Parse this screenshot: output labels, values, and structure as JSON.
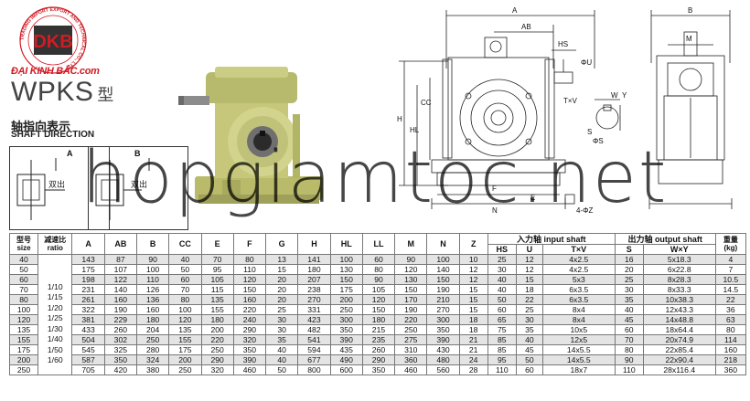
{
  "logo": {
    "initials": "DKB",
    "ring_text": "TRADING IMPORT EXPORT AND TECHNICAL CO., LTD",
    "colors": {
      "red": "#d11b24",
      "dark": "#333333"
    }
  },
  "brand_name": "ĐẠI KINH BẮC.com",
  "model_title": "WPKS",
  "model_suffix": "型",
  "shaft_direction_cn": "轴指向表示",
  "shaft_direction_en": "SHAFT DIRECTION",
  "shaft_boxes": [
    {
      "letter": "A",
      "tag": "双出"
    },
    {
      "letter": "B",
      "tag": "双出"
    }
  ],
  "drawing_labels": {
    "front": [
      "A",
      "AB",
      "HS",
      "ΦU",
      "T×V",
      "H",
      "HL",
      "CC",
      "F",
      "N",
      "E",
      "4-ΦZ"
    ],
    "side": [
      "B",
      "M",
      "Y",
      "W",
      "S",
      "ΦS"
    ]
  },
  "watermark": "hopgiamtoc.net",
  "table": {
    "headers": {
      "size_cn": "型号",
      "size_en": "size",
      "ratio_cn": "减速比",
      "ratio_en": "ratio",
      "cols": [
        "A",
        "AB",
        "B",
        "CC",
        "E",
        "F",
        "G",
        "H",
        "HL",
        "LL",
        "M",
        "N",
        "Z"
      ],
      "input_group": "入力轴 input shaft",
      "input_cols": [
        "HS",
        "U",
        "T×V"
      ],
      "output_group": "出力轴 output shaft",
      "output_cols": [
        "S",
        "W×Y"
      ],
      "weight_cn": "重量",
      "weight_en": "(kg)"
    },
    "ratios": [
      "1/10",
      "1/15",
      "1/20",
      "1/25",
      "1/30",
      "1/40",
      "1/50",
      "1/60"
    ],
    "rows": [
      [
        "40",
        "143",
        "87",
        "90",
        "40",
        "70",
        "80",
        "13",
        "141",
        "100",
        "60",
        "90",
        "100",
        "10",
        "25",
        "12",
        "4x2.5",
        "16",
        "5x18.3",
        "4"
      ],
      [
        "50",
        "175",
        "107",
        "100",
        "50",
        "95",
        "110",
        "15",
        "180",
        "130",
        "80",
        "120",
        "140",
        "12",
        "30",
        "12",
        "4x2.5",
        "20",
        "6x22.8",
        "7"
      ],
      [
        "60",
        "198",
        "122",
        "110",
        "60",
        "105",
        "120",
        "20",
        "207",
        "150",
        "90",
        "130",
        "150",
        "12",
        "40",
        "15",
        "5x3",
        "25",
        "8x28.3",
        "10.5"
      ],
      [
        "70",
        "231",
        "140",
        "126",
        "70",
        "115",
        "150",
        "20",
        "238",
        "175",
        "105",
        "150",
        "190",
        "15",
        "40",
        "18",
        "6x3.5",
        "30",
        "8x33.3",
        "14.5"
      ],
      [
        "80",
        "261",
        "160",
        "136",
        "80",
        "135",
        "160",
        "20",
        "270",
        "200",
        "120",
        "170",
        "210",
        "15",
        "50",
        "22",
        "6x3.5",
        "35",
        "10x38.3",
        "22"
      ],
      [
        "100",
        "322",
        "190",
        "160",
        "100",
        "155",
        "220",
        "25",
        "331",
        "250",
        "150",
        "190",
        "270",
        "15",
        "60",
        "25",
        "8x4",
        "40",
        "12x43.3",
        "36"
      ],
      [
        "120",
        "381",
        "229",
        "180",
        "120",
        "180",
        "240",
        "30",
        "423",
        "300",
        "180",
        "220",
        "300",
        "18",
        "65",
        "30",
        "8x4",
        "45",
        "14x48.8",
        "63"
      ],
      [
        "135",
        "433",
        "260",
        "204",
        "135",
        "200",
        "290",
        "30",
        "482",
        "350",
        "215",
        "250",
        "350",
        "18",
        "75",
        "35",
        "10x5",
        "60",
        "18x64.4",
        "80"
      ],
      [
        "155",
        "504",
        "302",
        "250",
        "155",
        "220",
        "320",
        "35",
        "541",
        "390",
        "235",
        "275",
        "390",
        "21",
        "85",
        "40",
        "12x5",
        "70",
        "20x74.9",
        "114"
      ],
      [
        "175",
        "545",
        "325",
        "280",
        "175",
        "250",
        "350",
        "40",
        "594",
        "435",
        "260",
        "310",
        "430",
        "21",
        "85",
        "45",
        "14x5.5",
        "80",
        "22x85.4",
        "160"
      ],
      [
        "200",
        "587",
        "350",
        "324",
        "200",
        "290",
        "390",
        "40",
        "677",
        "490",
        "290",
        "360",
        "480",
        "24",
        "95",
        "50",
        "14x5.5",
        "90",
        "22x90.4",
        "218"
      ],
      [
        "250",
        "705",
        "420",
        "380",
        "250",
        "320",
        "460",
        "50",
        "800",
        "600",
        "350",
        "460",
        "560",
        "28",
        "110",
        "60",
        "18x7",
        "110",
        "28x116.4",
        "360"
      ]
    ]
  }
}
